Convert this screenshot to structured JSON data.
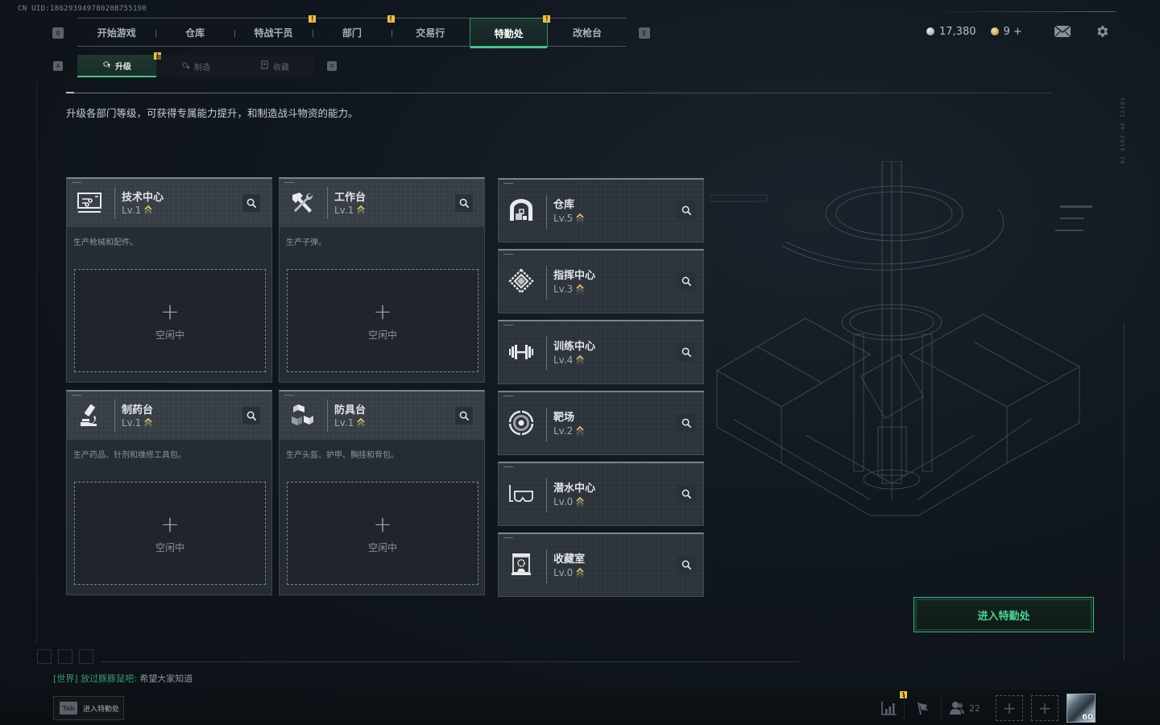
{
  "uid": "CN UID:18629394978020B755190",
  "top_nav": {
    "left_key": "Q",
    "right_key": "E",
    "tabs": [
      {
        "label": "开始游戏",
        "alert": false,
        "active": false
      },
      {
        "label": "仓库",
        "alert": false,
        "active": false
      },
      {
        "label": "特战干员",
        "alert": true,
        "active": false
      },
      {
        "label": "部门",
        "alert": true,
        "active": false
      },
      {
        "label": "交易行",
        "alert": false,
        "active": false
      },
      {
        "label": "特勤处",
        "alert": true,
        "active": true
      },
      {
        "label": "改枪台",
        "alert": false,
        "active": false
      }
    ]
  },
  "sub_nav": {
    "left_key": "A",
    "right_key": "D",
    "tabs": [
      {
        "label": "升级",
        "icon": "upgrade-gear-icon",
        "active": true,
        "alert": true
      },
      {
        "label": "制造",
        "icon": "craft-gear-icon",
        "active": false,
        "alert": false
      },
      {
        "label": "收藏",
        "icon": "collection-icon",
        "active": false,
        "alert": false
      }
    ]
  },
  "currency": {
    "silver": "17,380",
    "gold": "9 +"
  },
  "alert_glyph": "!",
  "description": "升级各部门等级，可获得专属能力提升，和制造战斗物资的能力。",
  "production_stations": [
    {
      "name": "技术中心",
      "level": "Lv.1",
      "desc": "生产枪械和配件。",
      "icon": "tech-center-icon",
      "slot_label": "空闲中",
      "slot_plus": "+"
    },
    {
      "name": "工作台",
      "level": "Lv.1",
      "desc": "生产子弹。",
      "icon": "workbench-tools-icon",
      "slot_label": "空闲中",
      "slot_plus": "+"
    },
    {
      "name": "制药台",
      "level": "Lv.1",
      "desc": "生产药品、针剂和维修工具包。",
      "icon": "microscope-icon",
      "slot_label": "空闲中",
      "slot_plus": "+"
    },
    {
      "name": "防具台",
      "level": "Lv.1",
      "desc": "生产头盔、护甲、胸挂和背包。",
      "icon": "armor-blocks-icon",
      "slot_label": "空闲中",
      "slot_plus": "+"
    }
  ],
  "facilities": [
    {
      "name": "仓库",
      "level": "Lv.5",
      "icon": "warehouse-icon"
    },
    {
      "name": "指挥中心",
      "level": "Lv.3",
      "icon": "command-center-icon"
    },
    {
      "name": "训练中心",
      "level": "Lv.4",
      "icon": "dumbbell-icon"
    },
    {
      "name": "靶场",
      "level": "Lv.2",
      "icon": "target-icon"
    },
    {
      "name": "潜水中心",
      "level": "Lv.0",
      "icon": "diving-mask-icon"
    },
    {
      "name": "收藏室",
      "level": "Lv.0",
      "icon": "display-case-icon"
    }
  ],
  "enter_button": "进入特勤处",
  "chat": {
    "channel": "[世界]",
    "name": "放过豚豚鼠吧:",
    "message": "希望大家知道"
  },
  "tab_hint": {
    "key": "Tab",
    "label": "进入特勤处"
  },
  "bottom_right": {
    "friends_count": "22",
    "avatar_level": "60"
  },
  "side_deco_text": "01 0192.46   12201",
  "colors": {
    "accent_green": "#49c28c",
    "alert_yellow": "#e8c04a",
    "enter_text": "#4fd296"
  }
}
